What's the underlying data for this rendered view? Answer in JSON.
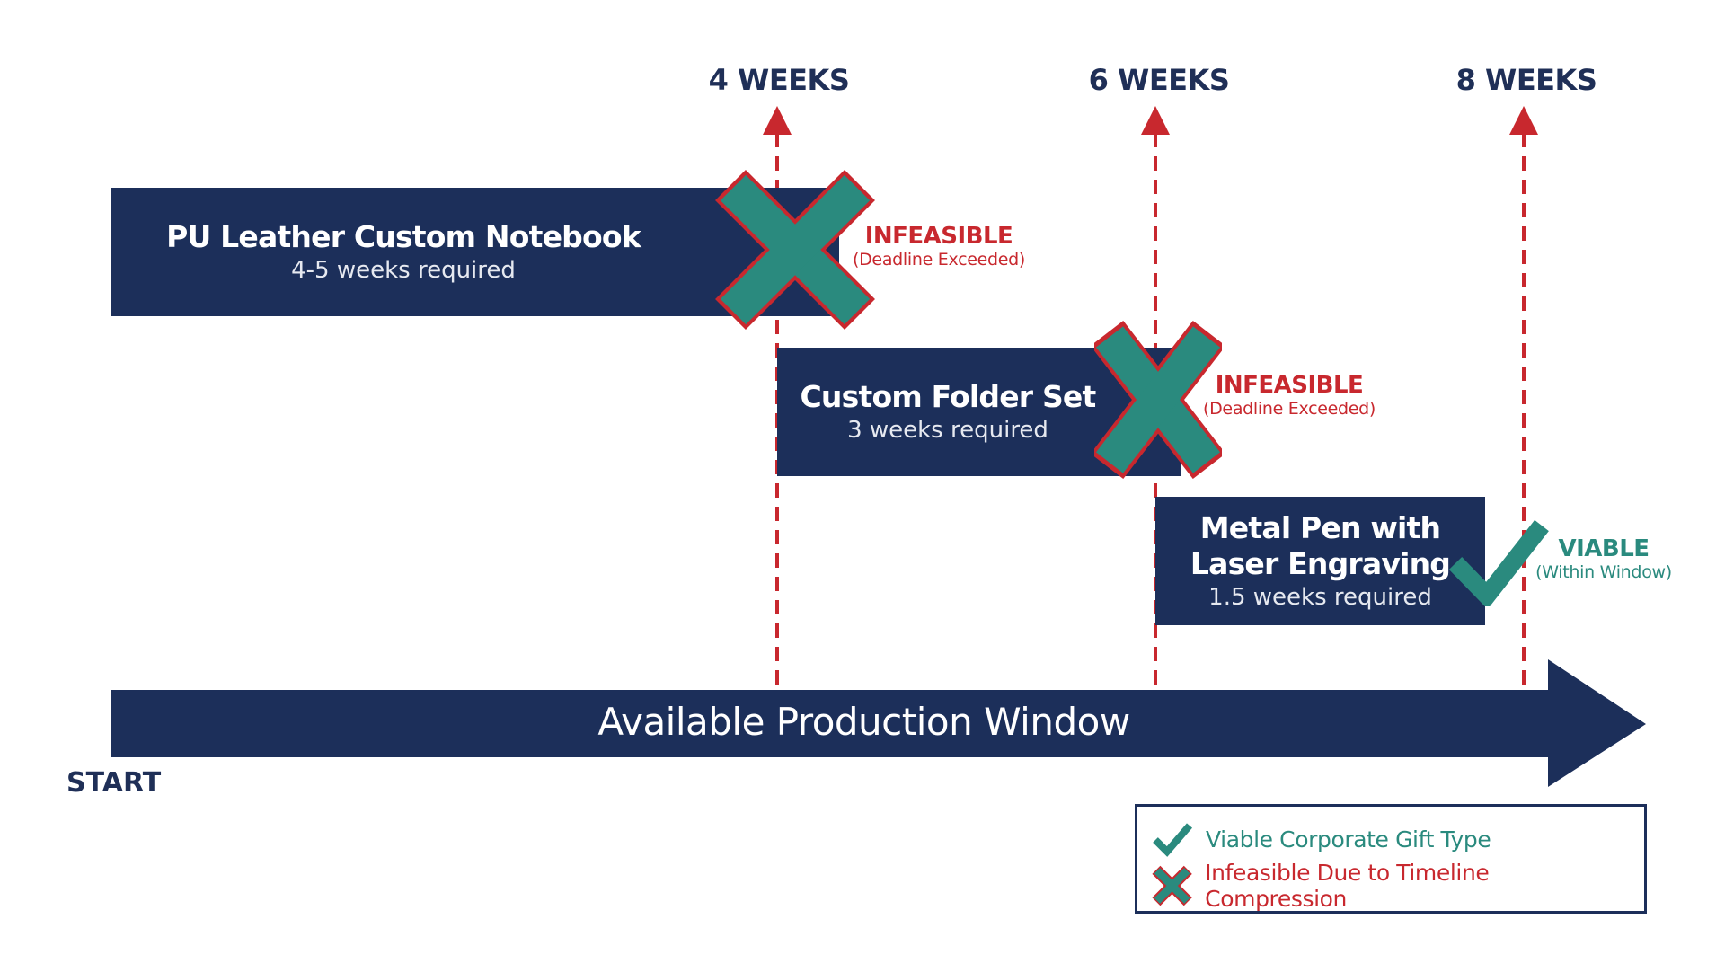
{
  "colors": {
    "navy": "#1c2f5a",
    "deadline_red": "#c8282e",
    "infeasible_x_fill": "#2a8a7e",
    "viable_teal": "#2a8a7e"
  },
  "milestones": [
    {
      "label": "4 WEEKS"
    },
    {
      "label": "6 WEEKS"
    },
    {
      "label": "8 WEEKS"
    }
  ],
  "tasks": [
    {
      "title": "PU Leather Custom Notebook",
      "subtitle": "4-5 weeks required",
      "status": "INFEASIBLE",
      "status_note": "(Deadline Exceeded)",
      "icon": "x-icon"
    },
    {
      "title": "Custom Folder Set",
      "subtitle": "3 weeks required",
      "status": "INFEASIBLE",
      "status_note": "(Deadline Exceeded)",
      "icon": "x-icon"
    },
    {
      "title_line1": "Metal Pen with",
      "title_line2": "Laser Engraving",
      "subtitle": "1.5 weeks required",
      "status": "VIABLE",
      "status_note": "(Within Window)",
      "icon": "check-icon"
    }
  ],
  "timeline": {
    "label": "Available Production Window",
    "start_label": "START"
  },
  "legend": {
    "items": [
      {
        "icon": "check-icon",
        "label": "Viable Corporate Gift Type"
      },
      {
        "icon": "x-icon",
        "label": "Infeasible Due to Timeline Compression"
      }
    ]
  }
}
